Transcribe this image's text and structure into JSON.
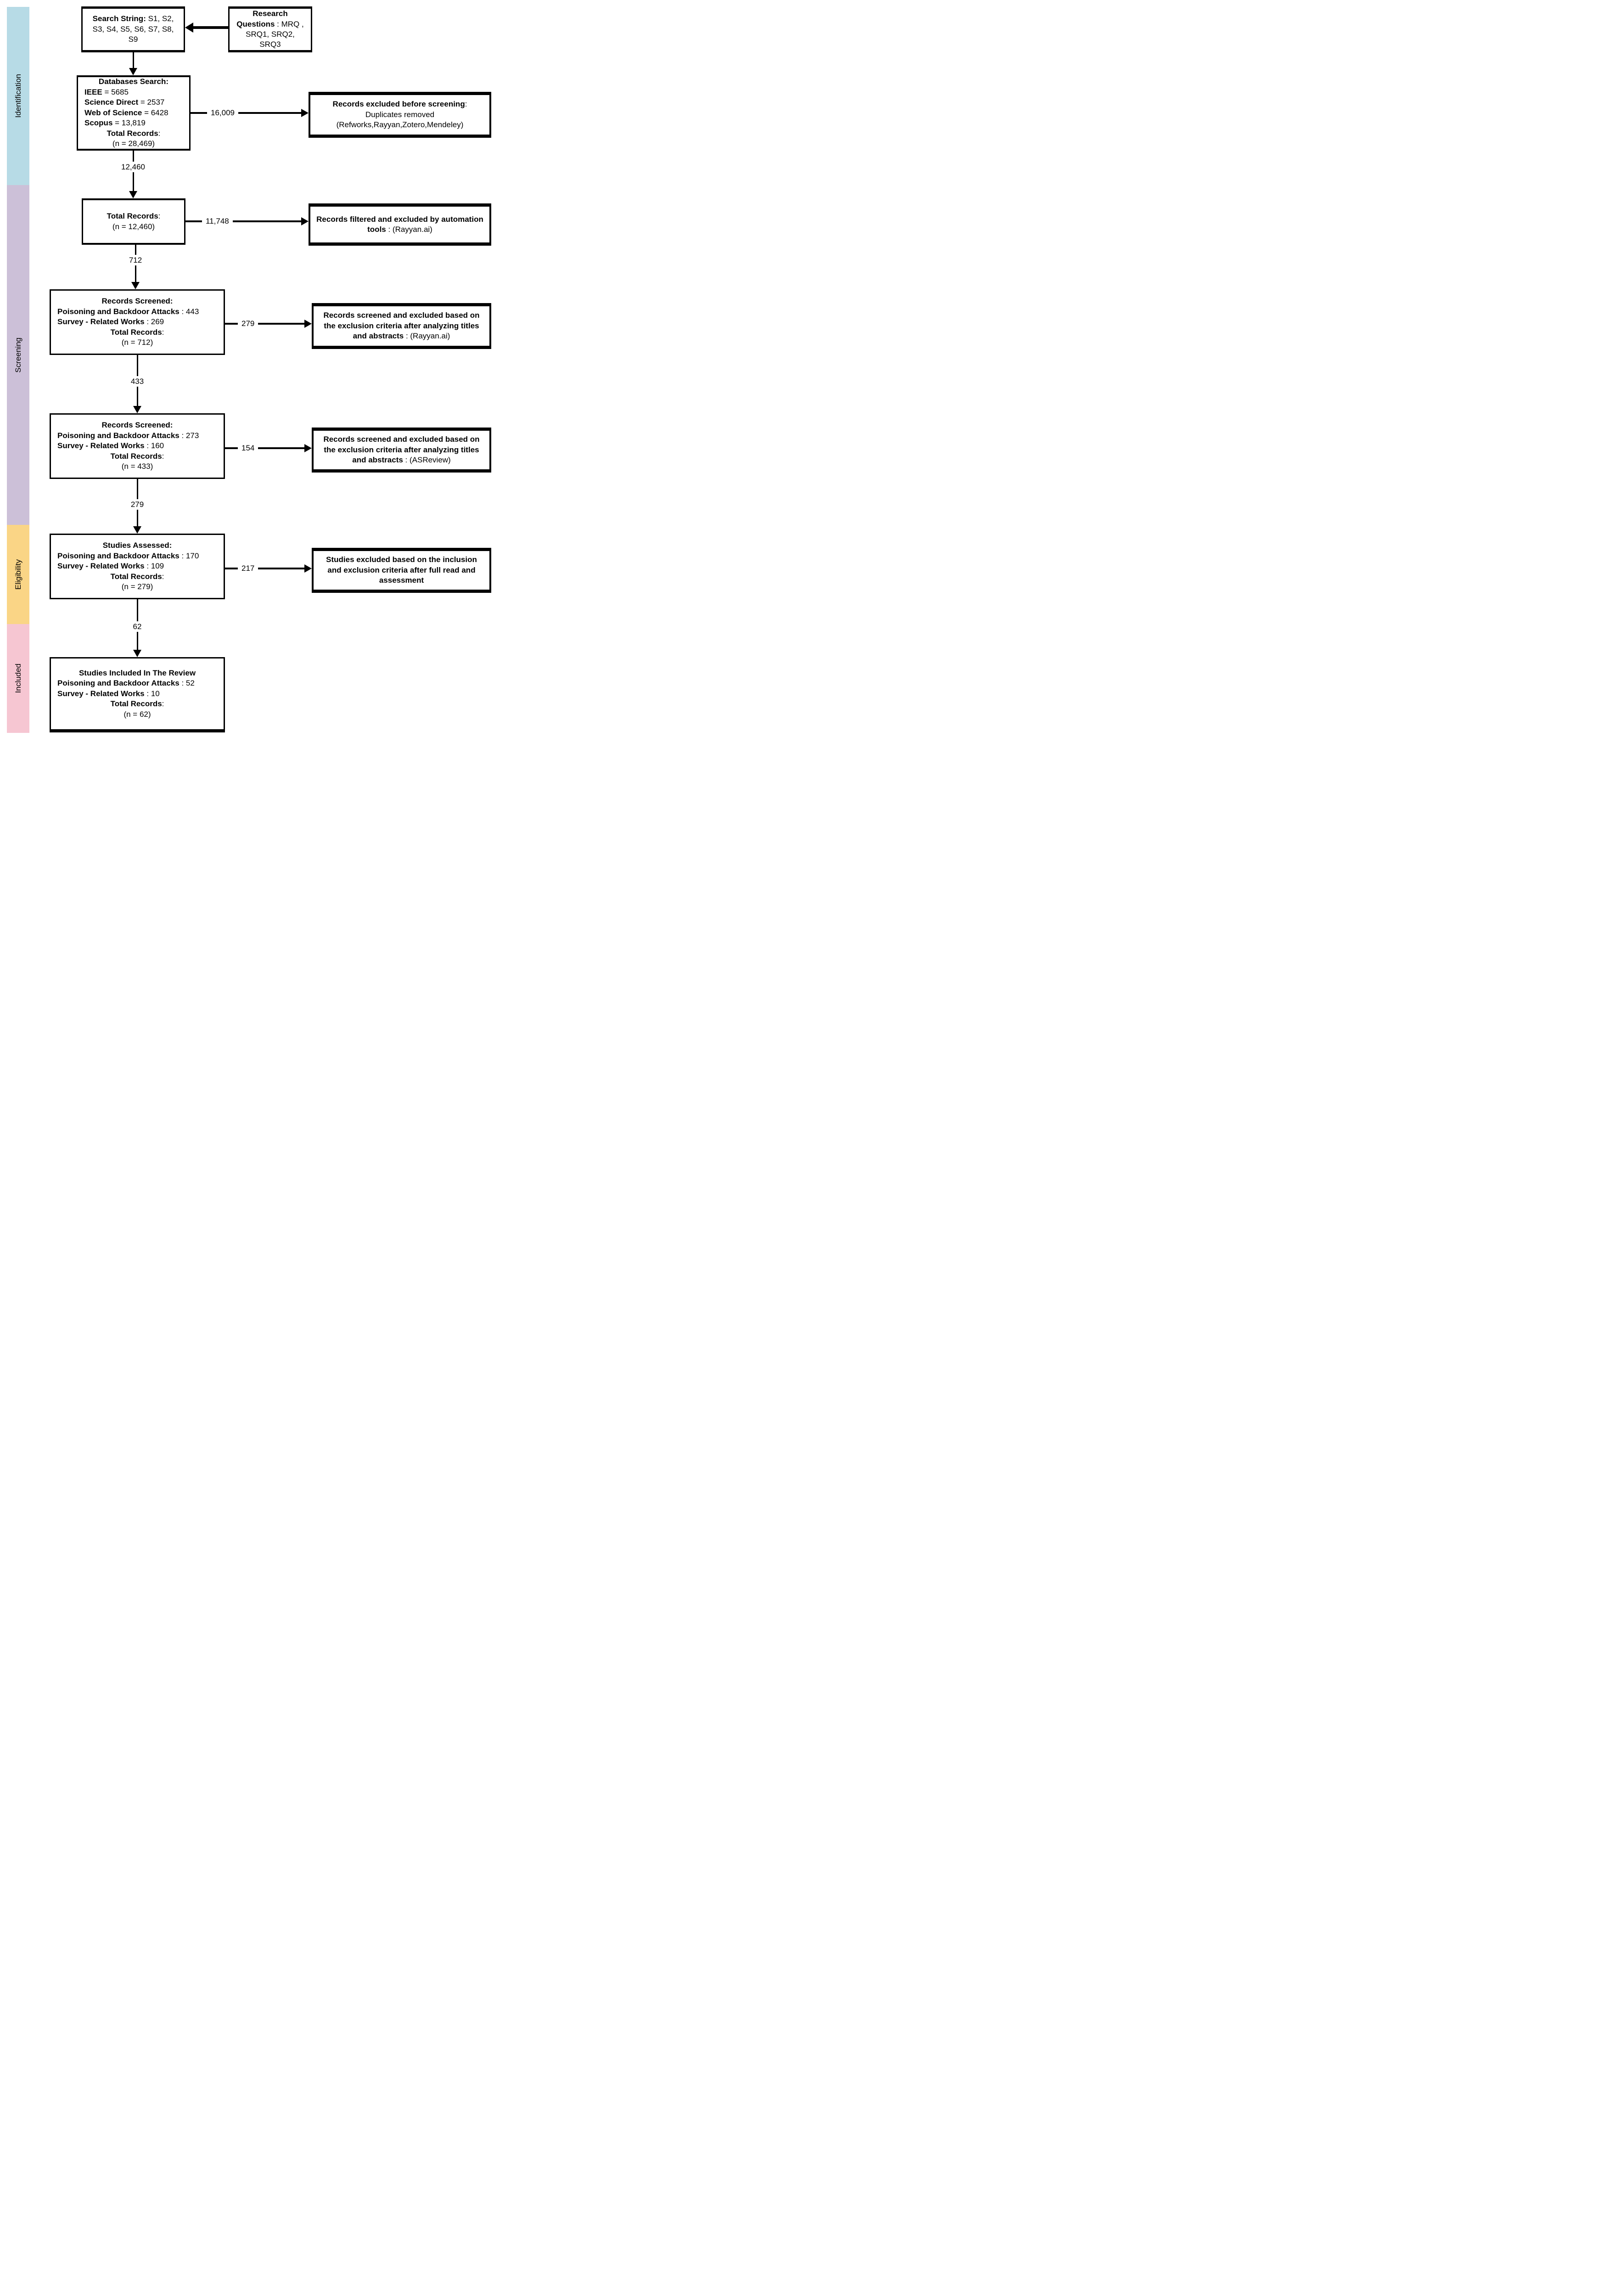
{
  "sidebar": {
    "stages": [
      {
        "label": "Identification",
        "color": "#b7dbe6"
      },
      {
        "label": "Screening",
        "color": "#ccc0d8"
      },
      {
        "label": "Eligibility",
        "color": "#fad586"
      },
      {
        "label": "Included",
        "color": "#f6c6d2"
      }
    ]
  },
  "boxes": {
    "search_string": {
      "lead": "Search String:",
      "rest": " S1, S2, S3, S4, S5, S6, S7, S8, S9"
    },
    "research_questions": {
      "lead": "Research Questions",
      "rest": " : MRQ , SRQ1, SRQ2, SRQ3"
    },
    "databases_search": {
      "title": "Databases Search:",
      "rows": [
        {
          "name": "IEEE",
          "value": " = 5685"
        },
        {
          "name": "Science Direct",
          "value": " = 2537"
        },
        {
          "name": "Web of Science",
          "value": " = 6428"
        },
        {
          "name": "Scopus",
          "value": " = 13,819"
        }
      ],
      "total_label": "Total Records",
      "total_colon": ":",
      "total_value": "(n = 28,469)"
    },
    "excluded_before_screening": {
      "title": "Records excluded before screening",
      "title_colon": ":",
      "line2": "Duplicates removed",
      "line3": "(Refworks,Rayyan,Zotero,Mendeley)"
    },
    "total_records": {
      "label": "Total Records",
      "colon": ":",
      "value": "(n = 12,460)"
    },
    "filtered_automation": {
      "lead": "Records filtered and excluded by automation tools",
      "rest": " : (Rayyan.ai)"
    },
    "records_screened_1": {
      "title": "Records Screened:",
      "rows": [
        {
          "name": "Poisoning and Backdoor Attacks",
          "value": " : 443"
        },
        {
          "name": "Survey - Related Works",
          "value": " : 269"
        }
      ],
      "total_label": "Total Records",
      "total_colon": ":",
      "total_value": "(n = 712)"
    },
    "excluded_rayyan": {
      "lead": "Records screened and excluded based on the exclusion criteria after analyzing titles and abstracts",
      "rest": " : (Rayyan.ai)"
    },
    "records_screened_2": {
      "title": "Records Screened:",
      "rows": [
        {
          "name": "Poisoning and Backdoor Attacks",
          "value": " : 273"
        },
        {
          "name": "Survey - Related Works",
          "value": " : 160"
        }
      ],
      "total_label": "Total Records",
      "total_colon": ":",
      "total_value": "(n = 433)"
    },
    "excluded_asreview": {
      "lead": "Records screened and excluded based on the exclusion criteria after analyzing titles and abstracts",
      "rest": " : (ASReview)"
    },
    "studies_assessed": {
      "title": "Studies Assessed:",
      "rows": [
        {
          "name": "Poisoning and Backdoor Attacks",
          "value": " : 170"
        },
        {
          "name": "Survey - Related Works",
          "value": " : 109"
        }
      ],
      "total_label": "Total Records",
      "total_colon": ":",
      "total_value": "(n = 279)"
    },
    "excluded_full_read": {
      "text": "Studies excluded based on the inclusion and exclusion criteria after full read and assessment"
    },
    "studies_included": {
      "title": "Studies Included In The Review",
      "rows": [
        {
          "name": "Poisoning and Backdoor Attacks",
          "value": " : 52"
        },
        {
          "name": "Survey - Related Works",
          "value": " : 10"
        }
      ],
      "total_label": "Total Records",
      "total_colon": ":",
      "total_value": "(n = 62)"
    }
  },
  "connectors": {
    "duplicates_removed": "16,009",
    "after_dedup": "12,460",
    "automation_excluded": "11,748",
    "to_screening_1": "712",
    "rayyan_excluded": "279",
    "to_screening_2": "433",
    "asreview_excluded": "154",
    "to_eligibility": "279",
    "full_read_excluded": "217",
    "to_included": "62"
  }
}
